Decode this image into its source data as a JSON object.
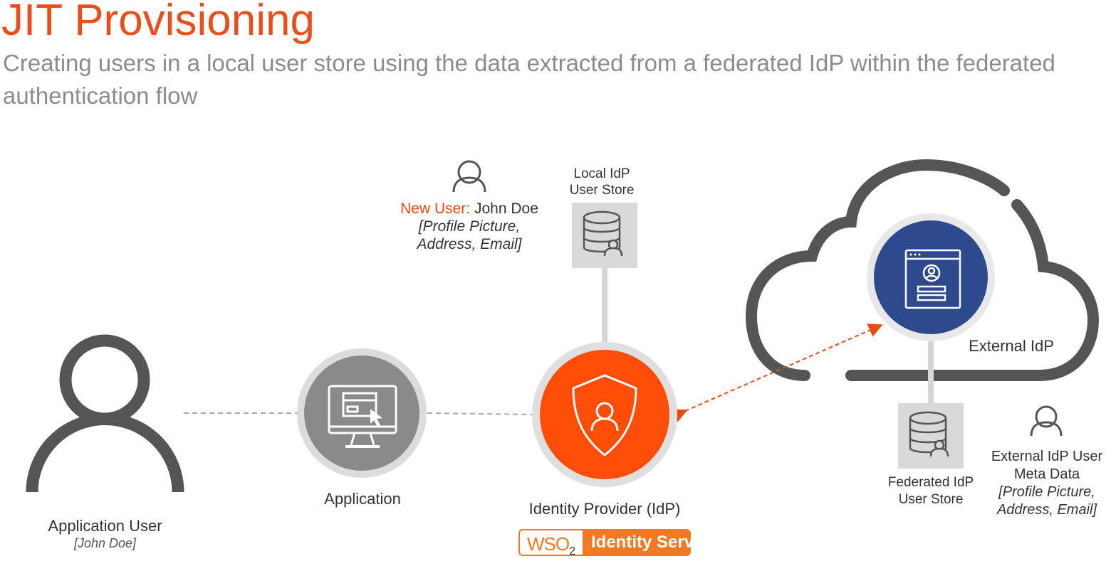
{
  "title": "JIT Provisioning",
  "subtitle": "Creating users in a local user store using the data extracted from a federated IdP within the federated authentication flow",
  "nodes": {
    "app_user": {
      "label": "Application User",
      "sublabel": "[John Doe]"
    },
    "application": {
      "label": "Application"
    },
    "idp": {
      "label": "Identity Provider (IdP)"
    },
    "local_store": {
      "label_line1": "Local IdP",
      "label_line2": "User Store"
    },
    "new_user": {
      "prefix": "New User:",
      "name": " John Doe",
      "detail_line1": "[Profile Picture,",
      "detail_line2": "Address, Email]"
    },
    "external_idp": {
      "label": "External IdP"
    },
    "federated_store": {
      "label_line1": "Federated IdP",
      "label_line2": "User Store"
    },
    "external_meta": {
      "label_line1": "External IdP User",
      "label_line2": "Meta Data",
      "detail_line1": "[Profile Picture,",
      "detail_line2": "Address, Email]"
    }
  },
  "badge": {
    "brand": "WSO",
    "brand_sub": "2",
    "product": "Identity Server"
  },
  "colors": {
    "accent": "#ea4e1a",
    "idp_fill": "#fe4d08",
    "external_fill": "#2f4a8c",
    "app_fill": "#8a8a8a",
    "ring": "#dedede",
    "store_box": "#d9d9d9",
    "cloud_stroke": "#555555"
  }
}
